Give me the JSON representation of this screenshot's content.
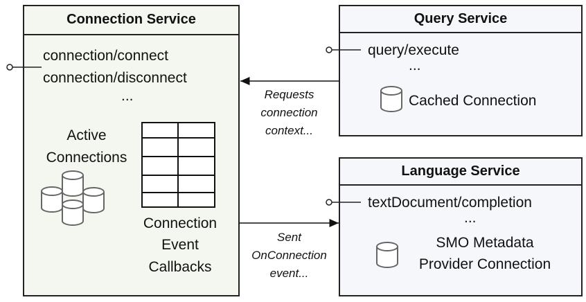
{
  "connection_service": {
    "title": "Connection Service",
    "endpoints": [
      "connection/connect",
      "connection/disconnect"
    ],
    "ellipsis": "...",
    "active_connections": [
      "Active",
      "Connections"
    ],
    "callbacks": [
      "Connection",
      "Event",
      "Callbacks"
    ],
    "bg_color": "#f4f7ef"
  },
  "query_service": {
    "title": "Query Service",
    "endpoint": "query/execute",
    "ellipsis": "...",
    "cached": "Cached Connection",
    "bg_color": "#f6f7fa"
  },
  "language_service": {
    "title": "Language Service",
    "endpoint": "textDocument/completion",
    "ellipsis": "...",
    "smo": [
      "SMO Metadata",
      "Provider Connection"
    ],
    "bg_color": "#f6f7fa"
  },
  "arrows": {
    "request": [
      "Requests",
      "connection",
      "context..."
    ],
    "sent": [
      "Sent",
      "OnConnection",
      "event..."
    ]
  }
}
